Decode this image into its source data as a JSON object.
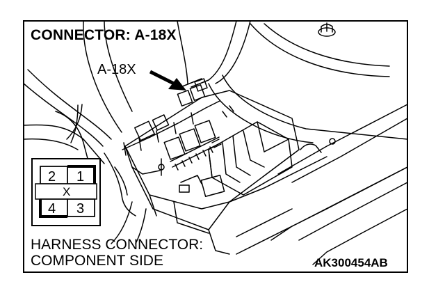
{
  "title": "CONNECTOR: A-18X",
  "callout_label": "A-18X",
  "connector_pins": {
    "top_left": "2",
    "top_right": "1",
    "middle": "X",
    "bottom_left": "4",
    "bottom_right": "3"
  },
  "caption": {
    "line1": "HARNESS CONNECTOR:",
    "line2": "COMPONENT SIDE"
  },
  "figure_code": "AK300454AB"
}
